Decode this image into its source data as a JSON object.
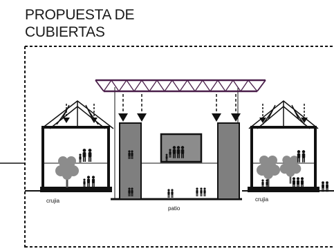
{
  "title": {
    "line1": "PROPUESTA DE",
    "line2": "CUBIERTAS"
  },
  "labels": {
    "crujia_left": "crujia",
    "patio": "patio",
    "crujia_right": "crujia"
  },
  "colors": {
    "ink": "#111111",
    "roof_truss": "#4a1f4a",
    "column_fill": "#7f7f7f",
    "tree": "#8c8c8c"
  }
}
